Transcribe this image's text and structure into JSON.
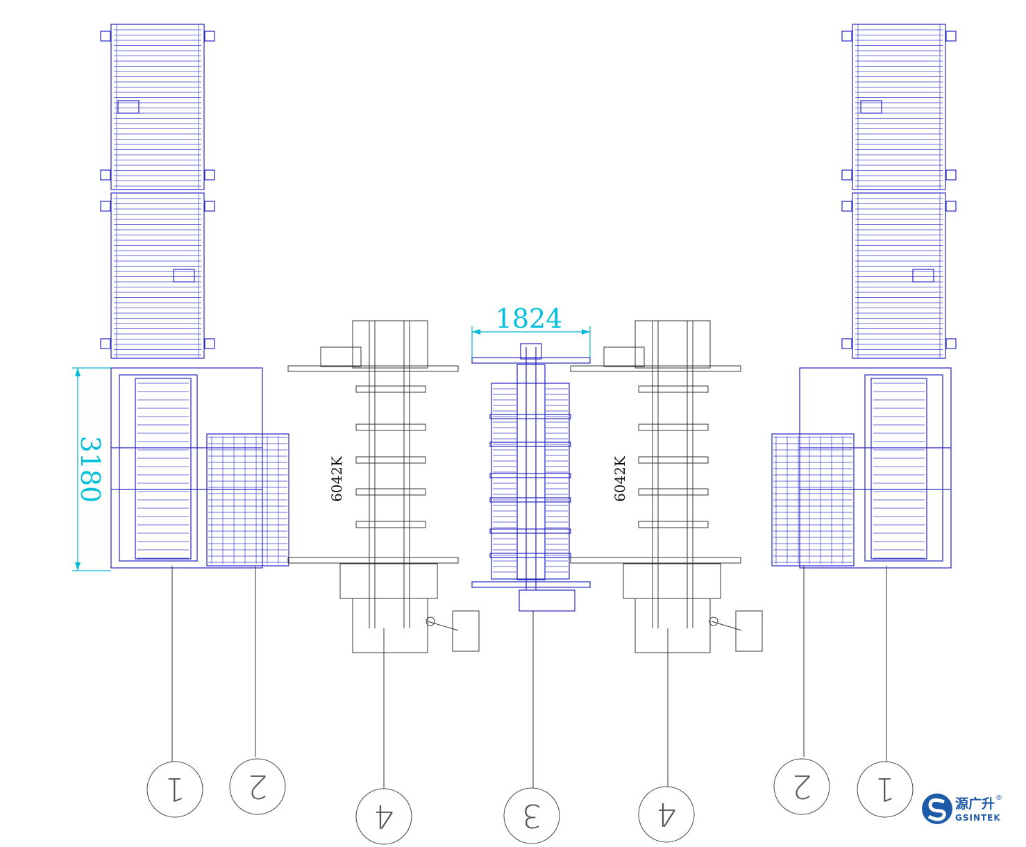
{
  "dimensions": {
    "width_label": "1824",
    "height_label": "3180"
  },
  "machines": {
    "left_model": "6042K",
    "right_model": "6042K"
  },
  "balloons": [
    "1",
    "2",
    "4",
    "3",
    "4",
    "2",
    "1"
  ],
  "logo": {
    "brand_cn": "源广升",
    "brand_en": "GSINTEK",
    "registered": "®",
    "colors": {
      "primary": "#1e5aa8",
      "accent": "#2a7fd0"
    }
  },
  "colors": {
    "drawing": "#2323c8",
    "dimension": "#00c0dc",
    "leader": "#333333"
  }
}
